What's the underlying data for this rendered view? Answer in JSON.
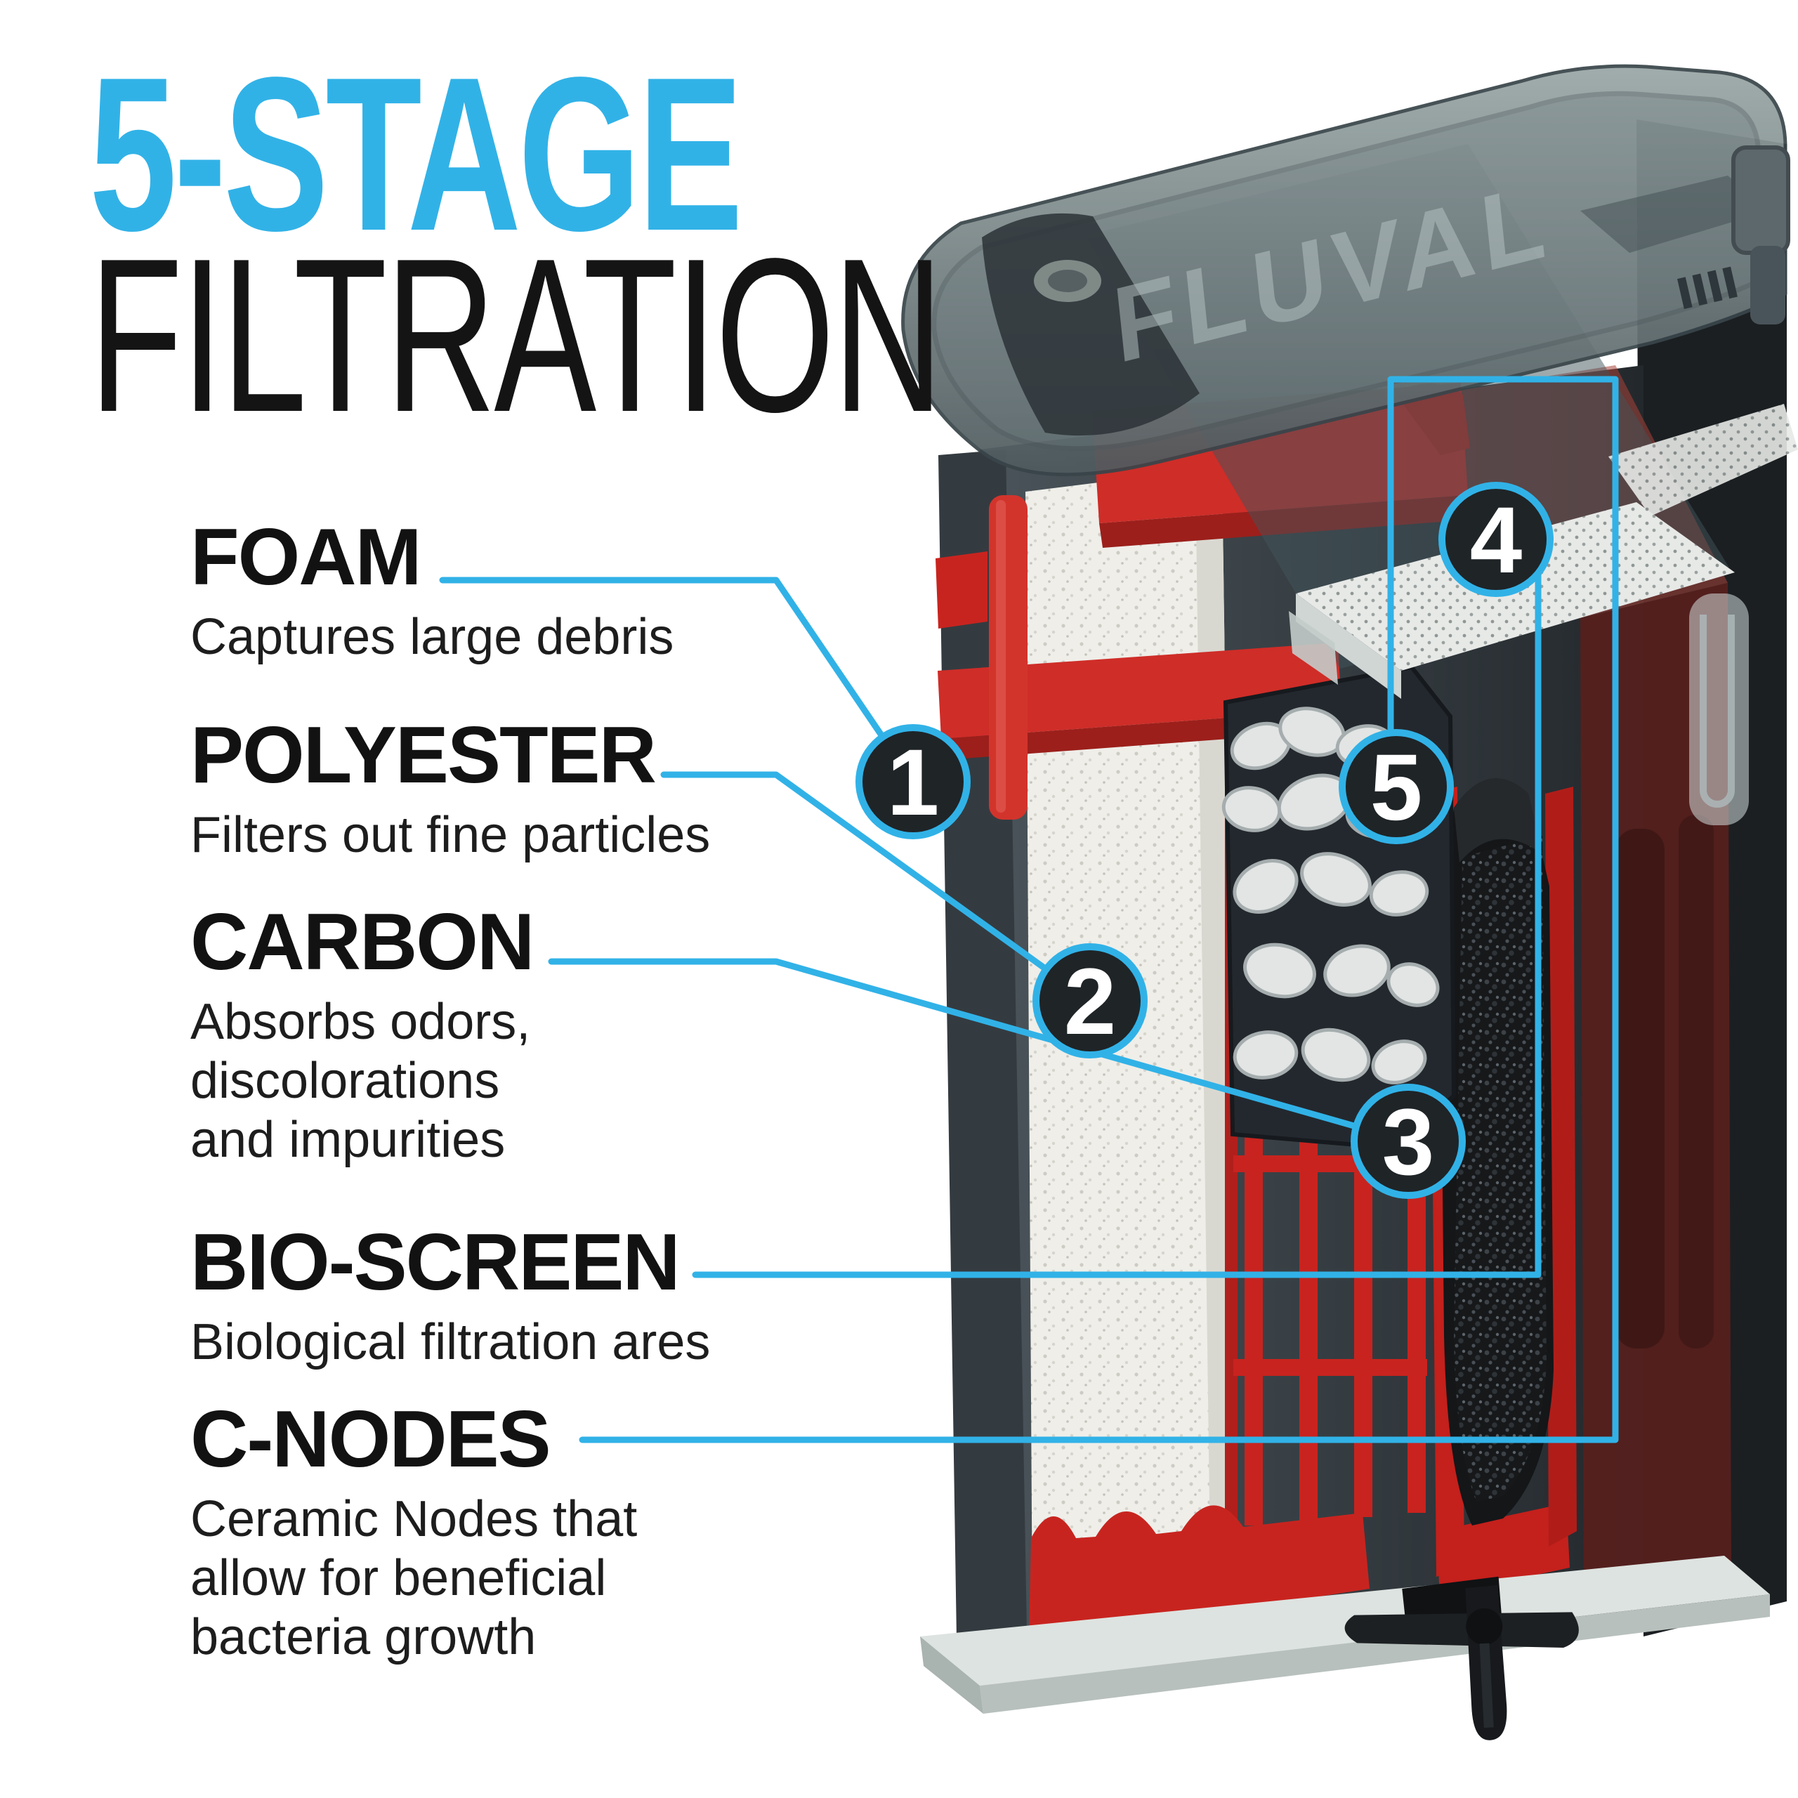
{
  "title": {
    "line1": "5-STAGE",
    "line2": "FILTRATION"
  },
  "stages": [
    {
      "number": "1",
      "name": "FOAM",
      "description": "Captures large debris"
    },
    {
      "number": "2",
      "name": "POLYESTER",
      "description": "Filters out fine particles"
    },
    {
      "number": "3",
      "name": "CARBON",
      "description": "Absorbs odors,\ndiscolorations\nand impurities"
    },
    {
      "number": "4",
      "name": "BIO-SCREEN",
      "description": "Biological filtration ares"
    },
    {
      "number": "5",
      "name": "C-NODES",
      "description": "Ceramic Nodes that\nallow for beneficial\nbacteria growth"
    }
  ],
  "illustration": {
    "brand": "FLUVAL",
    "colors": {
      "accent_blue": "#31b2e7",
      "badge_fill": "#1f2427",
      "badge_number": "#ffffff",
      "red_frame": "#cf2d28",
      "maroon_panel": "#55201e",
      "foam_white": "#efeee9",
      "carbon_black": "#16181a",
      "housing_gray": "#3a4247",
      "lid_smoke": "#7c8b8d",
      "base_gray": "#ccd3d0"
    }
  }
}
